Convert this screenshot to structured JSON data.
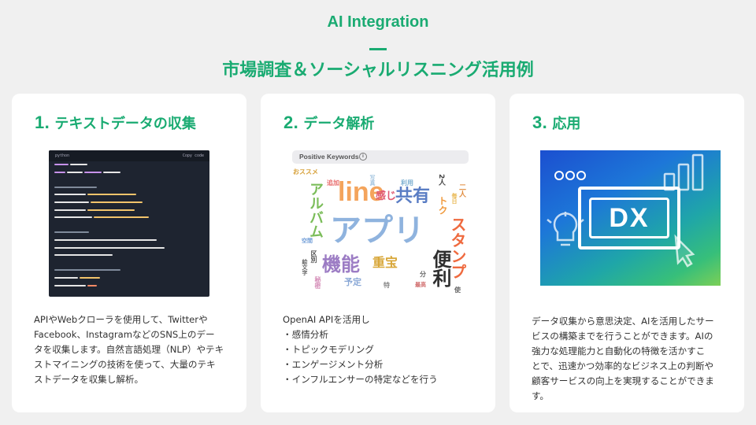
{
  "header": {
    "eyebrow": "AI Integration",
    "title": "市場調査＆ソーシャルリスニング活用例"
  },
  "cards": [
    {
      "num": "1",
      "title": ". テキストデータの収集",
      "image": {
        "type": "code-screenshot",
        "lang": "python",
        "copy_label": "Copy code"
      },
      "body": [
        "APIやWebクローラを使用して、Twitterや",
        "Facebook、InstagramなどのSNS上のデー",
        "タを収集します。自然言語処理（NLP）やテキ",
        "ストマイニングの技術を使って、大量のテキ",
        "ストデータを収集し解析。"
      ]
    },
    {
      "num": "2",
      "title": ". データ解析",
      "image": {
        "type": "word-cloud",
        "header": "Positive Keywords",
        "words": [
          "アプリ",
          "line",
          "共有",
          "機能",
          "便利",
          "スタンプ",
          "アルバム",
          "重宝",
          "感じ",
          "追加",
          "利用",
          "予定",
          "おススメ",
          "写真",
          "毎日",
          "トク",
          "二人",
          "2人",
          "空間",
          "区別",
          "絵文字",
          "秘密",
          "特",
          "最高",
          "分",
          "使"
        ]
      },
      "body": [
        "OpenAI APIを活用し",
        "・感情分析",
        "・トピックモデリング",
        "・エンゲージメント分析",
        "・インフルエンサーの特定などを行う"
      ]
    },
    {
      "num": "3",
      "title": ". 応用",
      "image": {
        "type": "illustration",
        "label": "DX"
      },
      "body": [
        "データ収集から意思決定、AIを活用したサー",
        "ビスの構築までを行うことができます。AIの",
        "強力な処理能力と自動化の特徴を活かすこ",
        "とで、迅速かつ効率的なビジネス上の判断や",
        "顧客サービスの向上を実現することができま",
        "す。"
      ]
    }
  ],
  "colors": {
    "accent": "#1aab72",
    "background": "#f0f0f0",
    "card": "#ffffff",
    "text": "#333333"
  }
}
